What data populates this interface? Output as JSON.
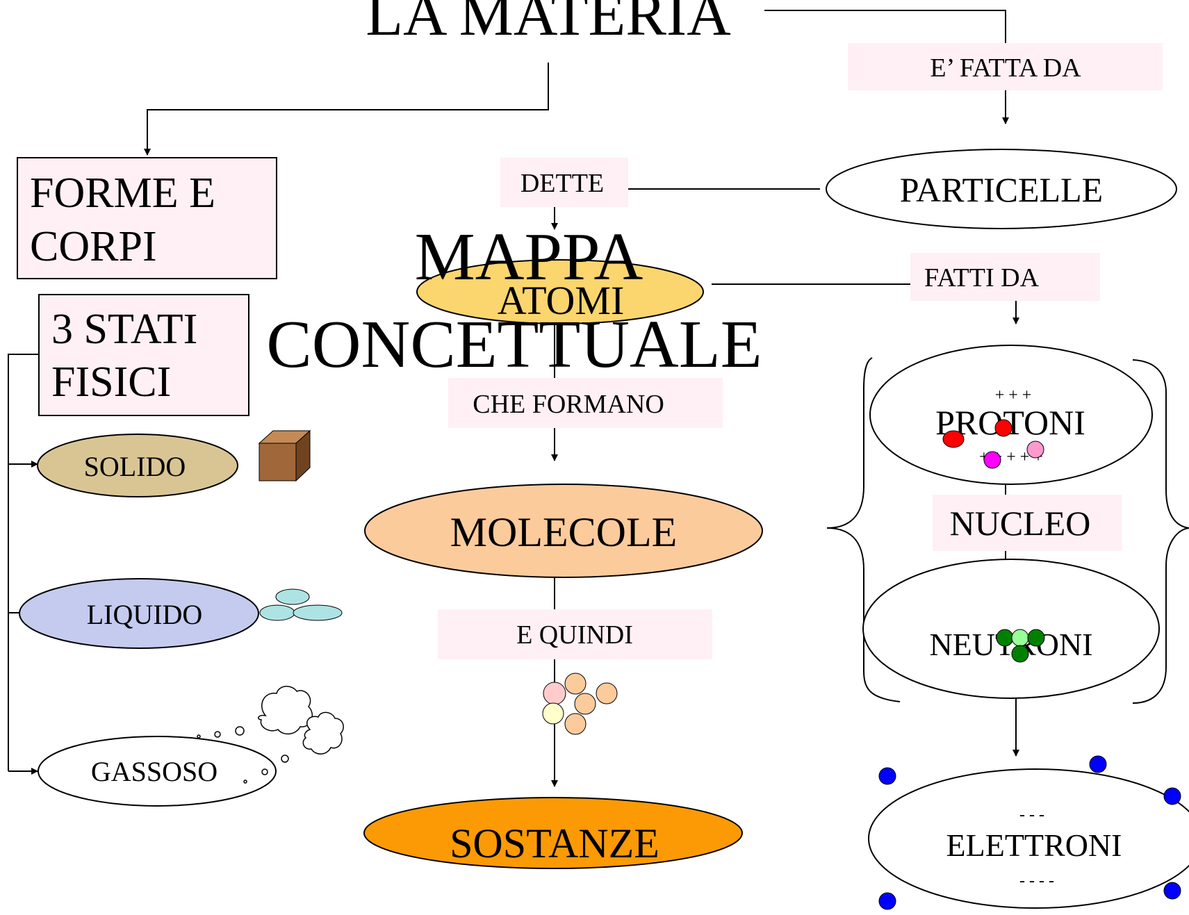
{
  "title": "LA MATERIA",
  "overlay_title": {
    "line1": "MAPPA",
    "line2": "CONCETTUALE"
  },
  "labels": {
    "fatta_da": "E’ FATTA DA",
    "dette": "DETTE",
    "fatti_da": "FATTI DA",
    "che_formano": "CHE FORMANO",
    "e_quindi": "E QUINDI"
  },
  "nodes": {
    "particelle": "PARTICELLE",
    "atomi": "ATOMI",
    "molecole": "MOLECOLE",
    "sostanze": "SOSTANZE",
    "protoni": "PROTONI",
    "nucleo": "NUCLEO",
    "neutroni": "NEUTRONI",
    "elettroni": "ELETTRONI",
    "forme_line1": "FORME E",
    "forme_line2": "CORPI",
    "stati_line1": "3  STATI",
    "stati_line2": "FISICI",
    "solido": "SOLIDO",
    "liquido": "LIQUIDO",
    "gassoso": "GASSOSO"
  },
  "signs": {
    "plus_top": "+  +  +",
    "plus_bottom": "+  +  +  +  +",
    "minus_top": "- - -",
    "minus_bottom": "-  -  -  -"
  },
  "colors": {
    "label_box_fill": "#fff0f5",
    "particelle_text": "#c03a10",
    "atomi_fill": "#fbd56e",
    "atomi_text": "#c03a10",
    "molecole_fill": "#fccb9c",
    "sostanze_fill": "#fb9a05",
    "nucleo_text": "#ff0000",
    "solido_fill": "#d9c594",
    "liquido_fill": "#c4cbef",
    "proton_red": "#ff0000",
    "proton_magenta": "#ff00ff",
    "proton_pink": "#ff99cc",
    "neutron_green": "#008000",
    "neutron_light": "#99ff99",
    "electron_blue": "#0000ff",
    "cube_front": "#a0673b",
    "cube_side": "#6f4320",
    "water_fill": "#aee3e3",
    "molecule_orange": "#fccb9c",
    "molecule_pink": "#ffcccc",
    "molecule_yellow": "#ffffcc"
  },
  "icons": [
    "cube-icon",
    "water-drops-icon",
    "cloud-icon",
    "molecule-cluster-icon"
  ]
}
